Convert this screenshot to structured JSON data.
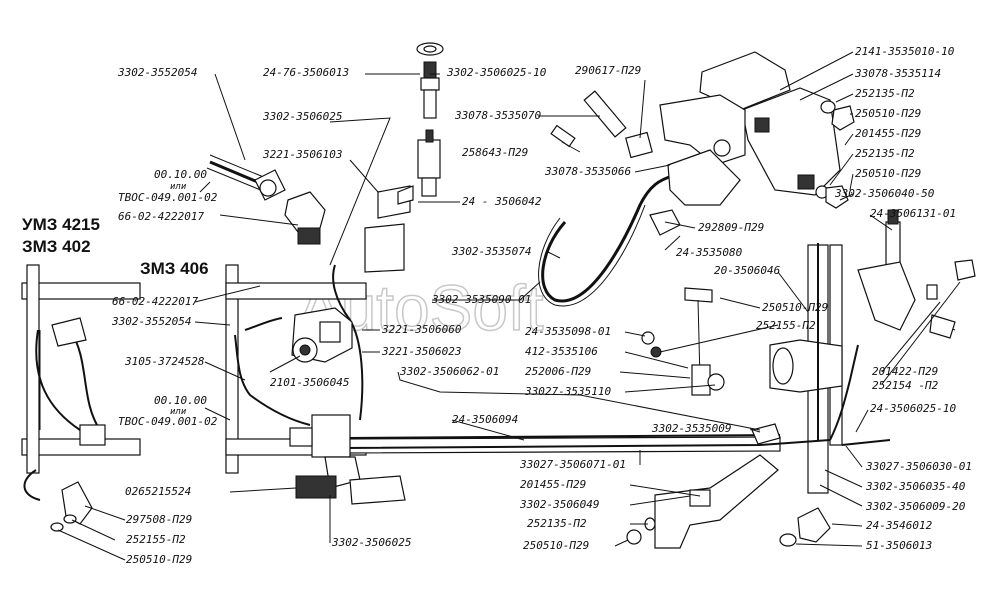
{
  "watermark": "AutoSoft",
  "engine_labels": {
    "umz": "УМЗ 4215",
    "zmz402": "ЗМЗ 402",
    "zmz406": "ЗМЗ 406"
  },
  "parts": {
    "p3302_3552054_top": "3302-3552054",
    "p24_76_3506013": "24-76-3506013",
    "p3302_3506025_10": "3302-3506025-10",
    "p290617_P29": "290617-П29",
    "p2141_3535010_10": "2141-3535010-10",
    "p33078_3535114": "33078-3535114",
    "p252135_P2_a": "252135-П2",
    "p250510_P29_a": "250510-П29",
    "p3302_3506025_top": "3302-3506025",
    "p33078_3535070": "33078-3535070",
    "p201455_P29_a": "201455-П29",
    "p3221_3506103": "3221-3506103",
    "p258643_P29": "258643-П29",
    "p252135_P2_b": "252135-П2",
    "p33078_3535066": "33078-3535066",
    "p250510_P29_b": "250510-П29",
    "p001000": "00.10.00",
    "ili_1": "или",
    "tvos_1": "ТВОС-049.001-02",
    "p3302_3506040_50": "3302-3506040-50",
    "p66_02_4222017_a": "66-02-4222017",
    "p24_3506042": "24 - 3506042",
    "p24_3506131_01": "24-3506131-01",
    "p292809_P29": "292809-П29",
    "p3302_3535074": "3302-3535074",
    "p24_3535080": "24-3535080",
    "p20_3506046": "20-3506046",
    "p66_02_4222017_b": "66-02-4222017",
    "p3302_3535090_01": "3302-3535090-01",
    "p3302_3552054_mid": "3302-3552054",
    "p250510_P29_c": "250510-П29",
    "p3221_3506060": "3221-3506060",
    "p24_3535098_01": "24-3535098-01",
    "p252155_P2_a": "252155-П2",
    "p3221_3506023": "3221-3506023",
    "p412_3535106": "412-3535106",
    "p3105_3724528": "3105-3724528",
    "p252006_P29": "252006-П29",
    "p2101_3506045": "2101-3506045",
    "p3302_3506062_01": "3302-3506062-01",
    "p201422_P29": "201422-П29",
    "p252154_P2": "252154 -П2",
    "p33027_3535110": "33027-3535110",
    "p001000_b": "00.10.00",
    "ili_2": "или",
    "tvos_2": "ТВОС-049.001-02",
    "p24_3506025_10": "24-3506025-10",
    "p24_3506094": "24-3506094",
    "p3302_3535009": "3302-3535009",
    "p33027_3506071_01": "33027-3506071-01",
    "p33027_3506030_01": "33027-3506030-01",
    "p201455_P29_b": "201455-П29",
    "p0265215524": "0265215524",
    "p3302_3506035_40": "3302-3506035-40",
    "p3302_3506049": "3302-3506049",
    "p3302_3506009_20": "3302-3506009-20",
    "p297508_P29": "297508-П29",
    "p252135_P2_c": "252135-П2",
    "p24_3546012": "24-3546012",
    "p252155_P2_b": "252155-П2",
    "p3302_3506025_bot": "3302-3506025",
    "p250510_P29_d": "250510-П29",
    "p51_3506013": "51-3506013",
    "p250510_P29_e": "250510-П29"
  }
}
